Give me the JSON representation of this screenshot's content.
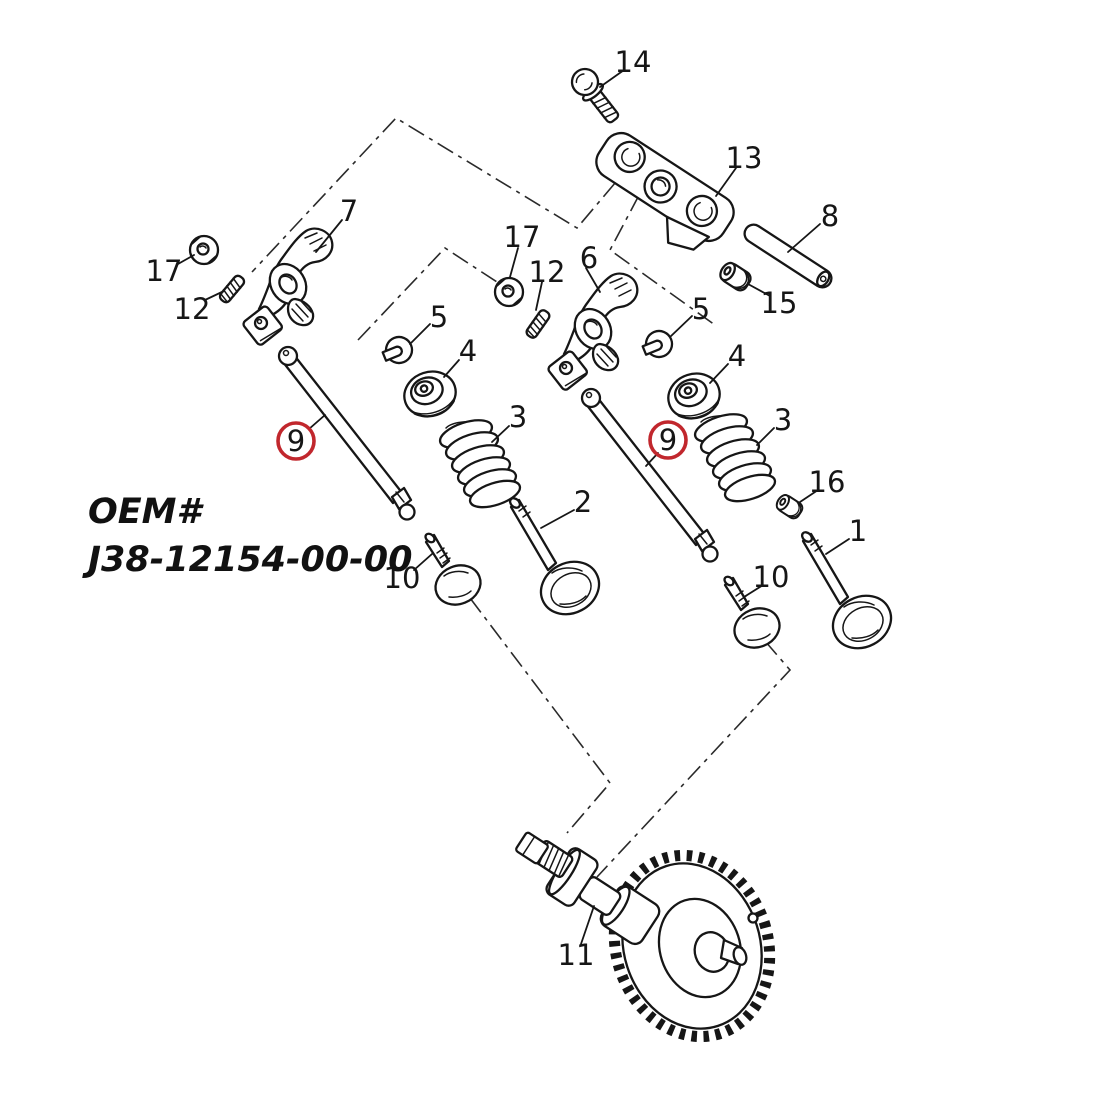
{
  "image": {
    "background": "#ffffff",
    "line_color": "#161616",
    "highlight_color": "#c1272d"
  },
  "overlay": {
    "oem_label": "OEM#",
    "part_number": "J38-12154-00-00"
  },
  "callouts": {
    "c14": "14",
    "c13": "13",
    "c8": "8",
    "c15": "15",
    "c17L": "17",
    "c12L": "12",
    "c7": "7",
    "c17M": "17",
    "c12M": "12",
    "c6": "6",
    "c5L": "5",
    "c5R": "5",
    "c4L": "4",
    "c4R": "4",
    "c3L": "3",
    "c3R": "3",
    "c9L": "9",
    "c9R": "9",
    "c16": "16",
    "c2": "2",
    "c1": "1",
    "c10L": "10",
    "c10R": "10",
    "c11": "11"
  }
}
